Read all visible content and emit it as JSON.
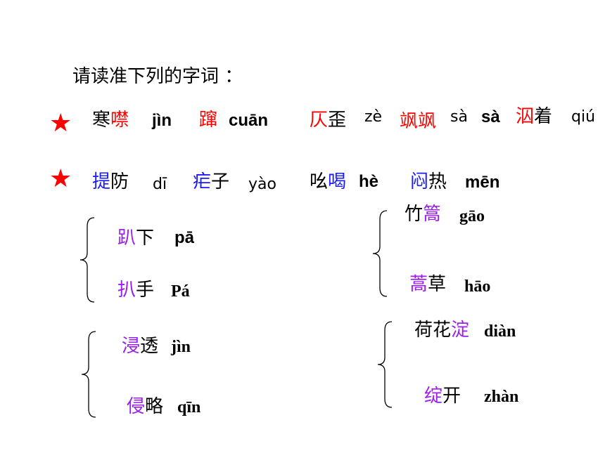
{
  "title": "请读准下列的字词 ：",
  "stars": [
    "★",
    "★"
  ],
  "row1": {
    "w1_a": "寒",
    "w1_b": "噤",
    "w1_py": "jìn",
    "w2_a": "蹿",
    "w2_py": "cuān",
    "w3_a": "仄",
    "w3_b": "歪",
    "w3_py": "zè",
    "w4_a": "飒飒",
    "w4_py1": "sà",
    "w4_py2": "sà",
    "w5_a": "泅",
    "w5_b": "着",
    "w5_py": "qiú"
  },
  "row2": {
    "w1_a": "提",
    "w1_b": "防",
    "w1_py": "dī",
    "w2_a": "疟",
    "w2_b": "子",
    "w2_py": "yào",
    "w3_a": "吆",
    "w3_b": "喝",
    "w3_py": "hè",
    "w4_a": "闷",
    "w4_b": "热",
    "w4_py": "mēn"
  },
  "groups": [
    {
      "items": [
        {
          "hl": "趴",
          "rest": "下",
          "py": "pā"
        },
        {
          "hl": "扒",
          "rest": "手",
          "py": "Pá"
        }
      ]
    },
    {
      "items": [
        {
          "pre": "竹",
          "hl": "篙",
          "py": "gāo"
        },
        {
          "hl": "蒿",
          "rest": "草",
          "py": "hāo"
        }
      ]
    },
    {
      "items": [
        {
          "hl": "浸",
          "rest": "透",
          "py": "jìn"
        },
        {
          "hl": "侵",
          "rest": "略",
          "py": "qīn"
        }
      ]
    },
    {
      "items": [
        {
          "pre": "荷花",
          "hl": "淀",
          "py": "diàn"
        },
        {
          "hl": "绽",
          "rest": "开",
          "py": "zhàn"
        }
      ]
    }
  ],
  "colors": {
    "red": "#ff0000",
    "blue": "#1a1aff",
    "purple": "#9b1fe8"
  }
}
